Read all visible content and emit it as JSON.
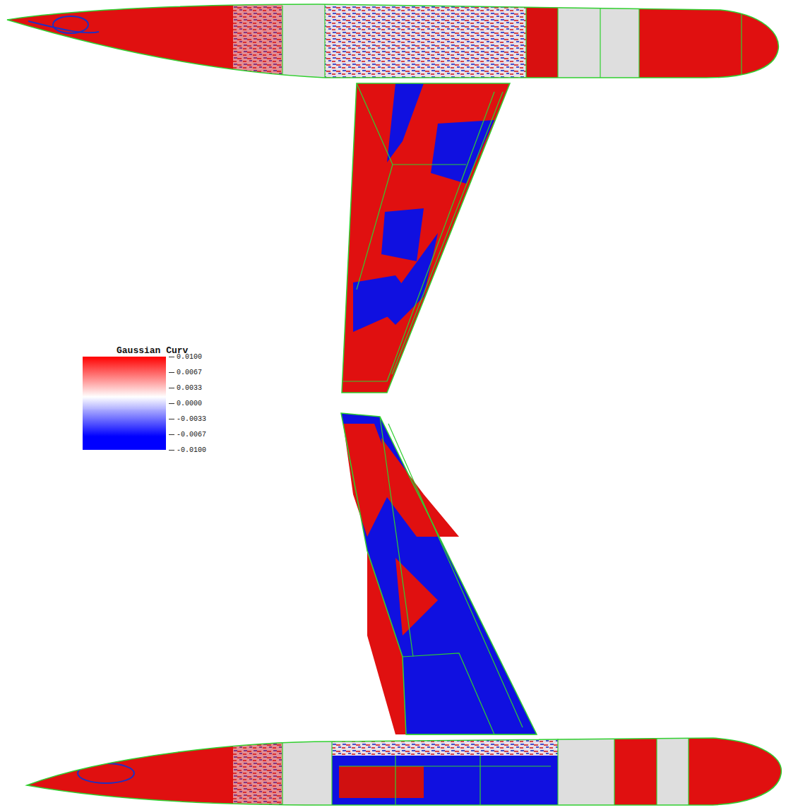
{
  "diagram": {
    "labels": [
      "Gaussian Curv"
    ],
    "legend": [
      {
        "text": "0.0100",
        "color": "#ff0000"
      },
      {
        "text": "0.0067",
        "color": "#ff5555"
      },
      {
        "text": "0.0033",
        "color": "#ffaaaa"
      },
      {
        "text": "0.0000",
        "color": "#ffffff"
      },
      {
        "text": "-0.0033",
        "color": "#aaaaff"
      },
      {
        "text": "-0.0067",
        "color": "#5555ff"
      },
      {
        "text": "-0.0100",
        "color": "#0000ff"
      }
    ]
  }
}
